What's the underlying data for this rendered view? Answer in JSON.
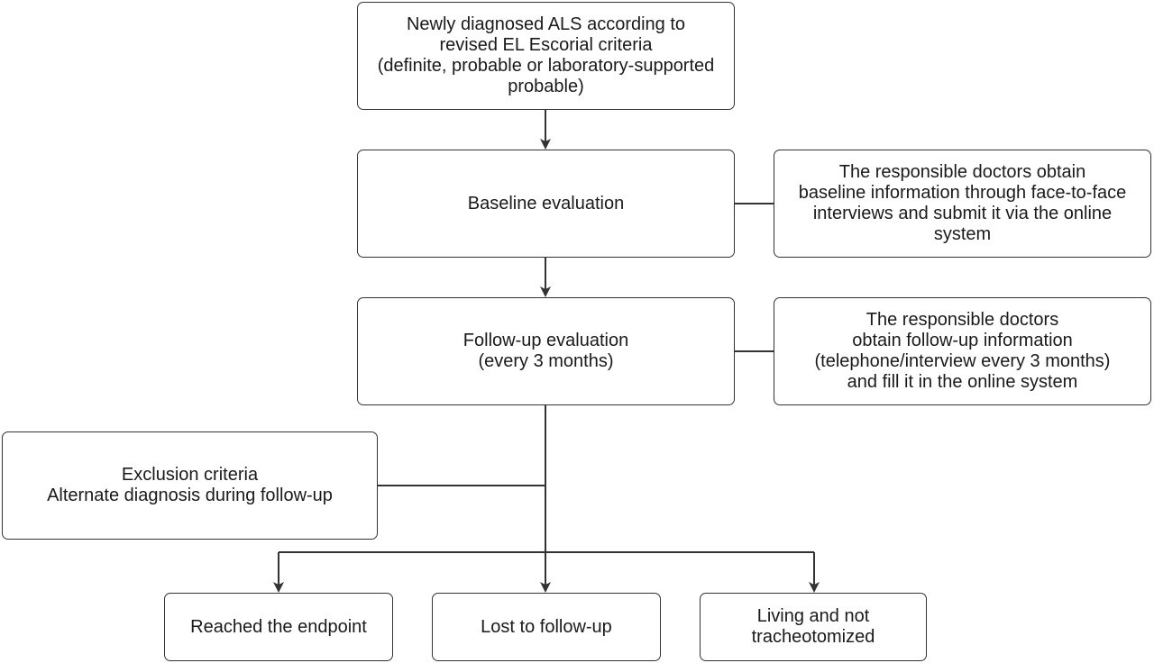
{
  "nodes": {
    "diagnosis": {
      "lines": [
        "Newly diagnosed ALS according to",
        "revised EL Escorial criteria",
        "(definite, probable or laboratory-supported",
        "probable)"
      ]
    },
    "baseline": {
      "lines": [
        "Baseline evaluation"
      ]
    },
    "baseline_info": {
      "lines": [
        "The responsible doctors obtain",
        "baseline information through face-to-face",
        "interviews and submit it via the online",
        "system"
      ]
    },
    "followup": {
      "lines": [
        "Follow-up evaluation",
        "(every 3 months)"
      ]
    },
    "followup_info": {
      "lines": [
        "The responsible doctors",
        "obtain follow-up information",
        "(telephone/interview every 3 months)",
        "and fill it in the online system"
      ]
    },
    "exclusion": {
      "lines": [
        "Exclusion criteria",
        "Alternate diagnosis during follow-up"
      ]
    },
    "endpoint": {
      "lines": [
        "Reached the endpoint"
      ]
    },
    "lost": {
      "lines": [
        "Lost to follow-up"
      ]
    },
    "living": {
      "lines": [
        "Living and not",
        "tracheotomized"
      ]
    }
  },
  "colors": {
    "stroke": "#333333",
    "text": "#1a1a1a",
    "background": "#ffffff"
  }
}
